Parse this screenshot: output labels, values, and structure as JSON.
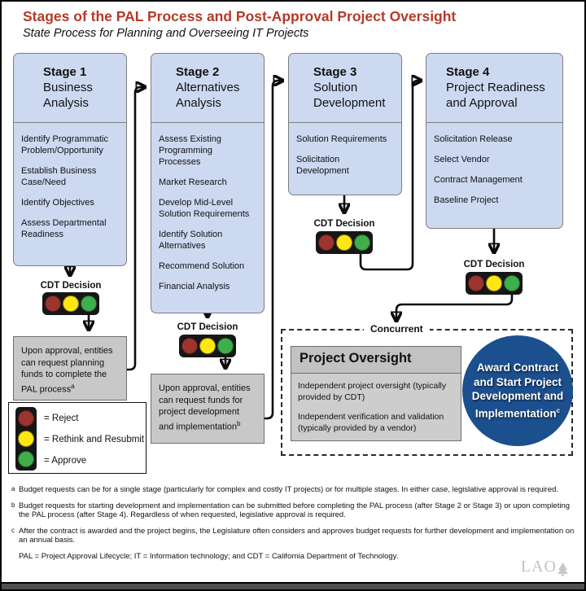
{
  "header": {
    "title": "Stages of the PAL Process and Post-Approval Project Oversight",
    "subtitle": "State Process for Planning and Overseeing IT Projects"
  },
  "cdt_label": "CDT Decision",
  "stages": [
    {
      "name": "Stage 1",
      "subtitle": "Business Analysis",
      "items": [
        "Identify Programmatic Problem/Opportunity",
        "Establish Business Case/Need",
        "Identify Objectives",
        "Assess Departmental Readiness"
      ]
    },
    {
      "name": "Stage 2",
      "subtitle": "Alternatives Analysis",
      "items": [
        "Assess Existing Programming Processes",
        "Market Research",
        "Develop Mid-Level Solution Requirements",
        "Identify Solution Alternatives",
        "Recommend Solution",
        "Financial Analysis"
      ]
    },
    {
      "name": "Stage 3",
      "subtitle": "Solution Development",
      "items": [
        "Solution Requirements",
        "Solicitation Development"
      ]
    },
    {
      "name": "Stage 4",
      "subtitle": "Project Readiness and Approval",
      "items": [
        "Solicitation Release",
        "Select Vendor",
        "Contract Management",
        "Baseline Project"
      ]
    }
  ],
  "notes": [
    {
      "text": "Upon approval, entities can request planning funds to complete the PAL process",
      "sup": "a"
    },
    {
      "text": "Upon approval, entities can request funds for project development and implementation",
      "sup": "b"
    }
  ],
  "concurrent": {
    "label": "Concurrent",
    "oversight_title": "Project Oversight",
    "oversight_items": [
      "Independent project oversight (typically provided by CDT)",
      "Independent verification and validation (typically provided by a vendor)"
    ],
    "award_text": "Award Contract and Start Project Development and Implementation",
    "award_sup": "c"
  },
  "legend": {
    "reject": "= Reject",
    "rethink": "= Rethink and Resubmit",
    "approve": "= Approve"
  },
  "footnotes": [
    {
      "sup": "a",
      "text": "Budget requests can be for a single stage (particularly for complex and costly IT projects) or for multiple stages. In either case, legislative approval is required."
    },
    {
      "sup": "b",
      "text": "Budget requests for starting development and implementation can be submitted before completing the PAL process (after Stage 2 or Stage 3) or upon completing the PAL process (after Stage 4). Regardless of when requested, legislative approval is required."
    },
    {
      "sup": "c",
      "text": "After the contract is awarded and the project begins, the Legislature often considers and approves budget requests for further development and implementation on an annual basis."
    }
  ],
  "abbreviations": "PAL = Project Approval Lifecycle; IT = Information technology; and CDT = California Department of Technology.",
  "watermark": "LAO",
  "colors": {
    "title_red": "#b43a28",
    "stage_fill": "#cdd9f1",
    "note_gray": "#c8c8c8",
    "award_blue": "#1c4f8e",
    "light_red": "#9c3430",
    "light_yellow": "#ffe714",
    "light_green": "#3fae4c"
  }
}
